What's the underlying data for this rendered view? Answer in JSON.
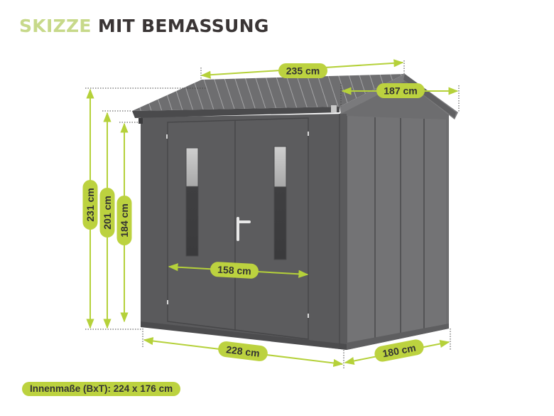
{
  "header": {
    "title_accent": "SKIZZE",
    "title_rest": "MIT BEMASSUNG"
  },
  "colors": {
    "accent_light": "#c7d98a",
    "title_dark": "#3a3535",
    "pill_fill": "#bcd23f",
    "dimension_line": "#b5d13a",
    "shed_body": "#5c5c5e",
    "shed_side": "#6e6e70",
    "roof": "#7a7a7c"
  },
  "dimensions": {
    "roof_width": "235 cm",
    "roof_depth": "187 cm",
    "total_height": "231 cm",
    "eave_height": "201 cm",
    "wall_height": "184 cm",
    "door_width": "158 cm",
    "base_width": "228 cm",
    "base_depth": "180 cm"
  },
  "footer": {
    "inner_dimensions": "Innenmaße (BxT): 224 x 176 cm"
  }
}
